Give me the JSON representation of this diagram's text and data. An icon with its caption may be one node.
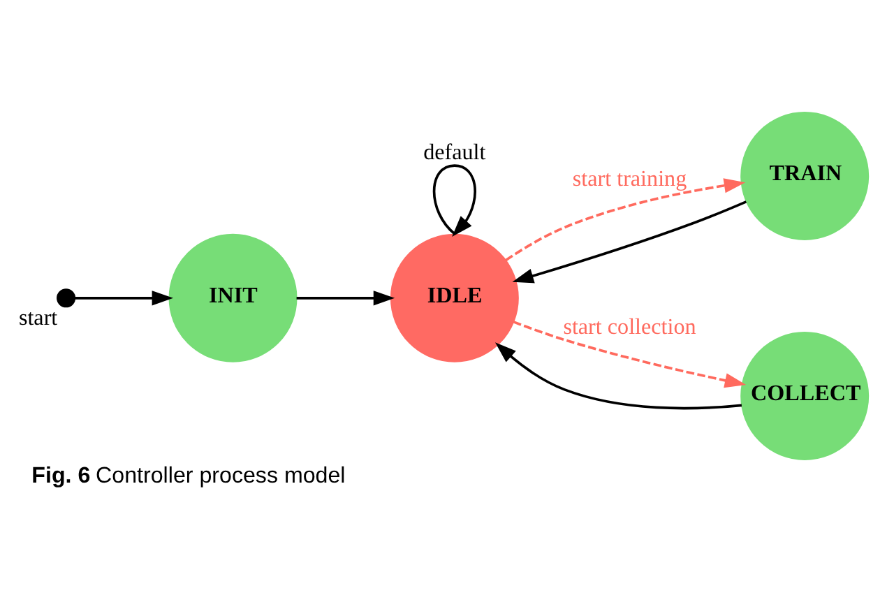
{
  "diagram": {
    "caption": "**Fig. 6** Controller process model",
    "nodes": [
      {
        "text": [],
        "shape": "circle",
        "beside": [
          "start"
        ]
      },
      {
        "text": [
          "INIT"
        ]
      },
      {
        "text": [
          "IDLE"
        ]
      },
      {
        "text": [
          "TRAIN"
        ]
      },
      {
        "text": [
          "COLLECT"
        ]
      }
    ],
    "edges": [
      {
        "from": 0,
        "to": 1,
        "arrow": "to"
      },
      {
        "from": 1,
        "to": 2,
        "arrow": "to"
      },
      {
        "from": 2,
        "to": 2,
        "arrow": "to",
        "label": "default"
      },
      {
        "from": 3,
        "to": 2,
        "arrow": "to"
      },
      {
        "from": 2,
        "to": 3,
        "arrow": "to",
        "label": "start training",
        "style": "dashed",
        "color": "#ff6a5e"
      },
      {
        "from": 2,
        "to": 4,
        "arrow": "to",
        "label": "start collection",
        "style": "dashed",
        "color": "#ff6a5e"
      },
      {
        "from": 4,
        "to": 2,
        "arrow": "to"
      }
    ]
  }
}
